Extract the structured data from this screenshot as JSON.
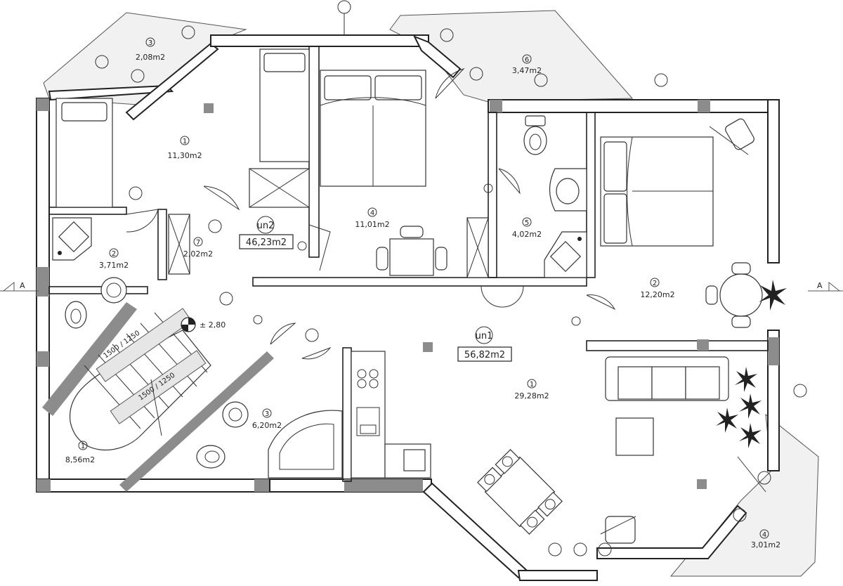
{
  "section_marker": "A",
  "elevation": "± 2,80",
  "units": [
    {
      "id": "un1",
      "label": "un1",
      "area": "56,82m2"
    },
    {
      "id": "un2",
      "label": "un2",
      "area": "46,23m2"
    }
  ],
  "rooms": [
    {
      "key": "bal_3",
      "num": "3",
      "area": "2,08m2"
    },
    {
      "key": "bal_6",
      "num": "6",
      "area": "3,47m2"
    },
    {
      "key": "bed_1",
      "num": "1",
      "area": "11,30m2"
    },
    {
      "key": "bath_2",
      "num": "2",
      "area": "3,71m2"
    },
    {
      "key": "hall_7",
      "num": "7",
      "area": "2,02m2"
    },
    {
      "key": "bed_4",
      "num": "4",
      "area": "11,01m2"
    },
    {
      "key": "bath_5",
      "num": "5",
      "area": "4,02m2"
    },
    {
      "key": "bed_2",
      "num": "2",
      "area": "12,20m2"
    },
    {
      "key": "living_1",
      "num": "1",
      "area": "29,28m2"
    },
    {
      "key": "bath_3",
      "num": "3",
      "area": "6,20m2"
    },
    {
      "key": "stair_1",
      "num": "1",
      "area": "8,56m2"
    },
    {
      "key": "bal_4",
      "num": "4",
      "area": "3,01m2"
    }
  ],
  "stair_labels": [
    "1500 / 1250",
    "1500 / 1250"
  ]
}
